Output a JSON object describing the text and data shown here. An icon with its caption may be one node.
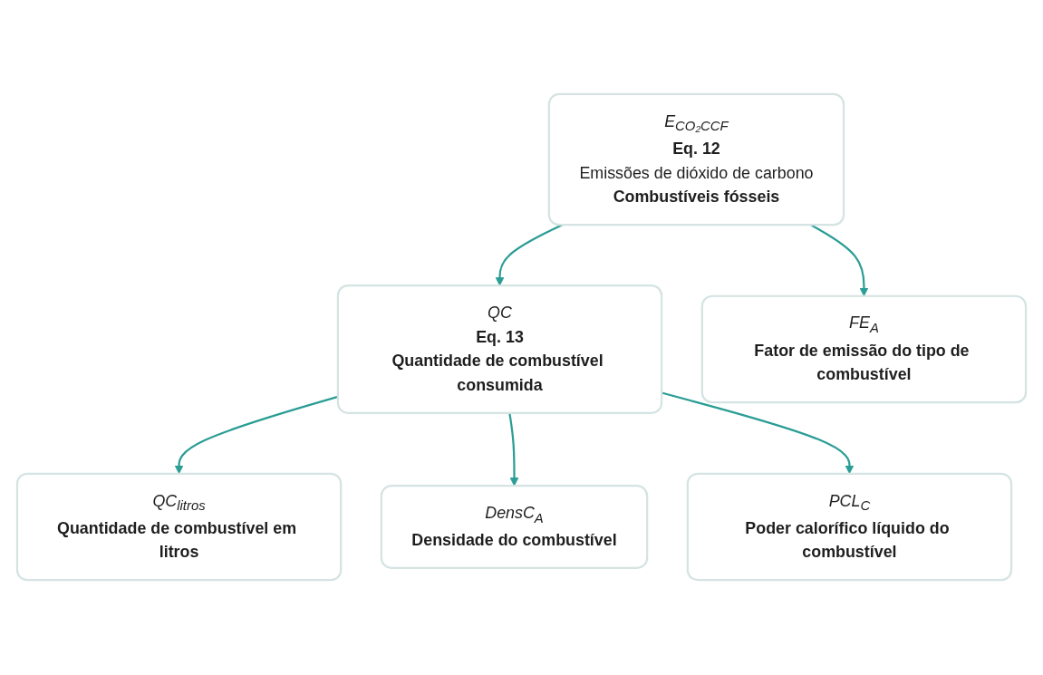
{
  "diagram": {
    "nodes": [
      {
        "text": [
          "E$_{CO₂CCF}$",
          "Eq. 12",
          "Emissões de dióxido de carbono",
          "Combustíveis fósseis"
        ]
      },
      {
        "text": [
          "QC",
          "Eq. 13",
          "Quantidade de combustível consumida"
        ]
      },
      {
        "text": [
          "FE$_{A}$",
          "Fator de emissão do tipo de combustível"
        ]
      },
      {
        "text": [
          "QC$_{litros}$",
          "Quantidade de combustível em litros"
        ]
      },
      {
        "text": [
          "DensC$_{A}$",
          "Densidade do combustível"
        ]
      },
      {
        "text": [
          "PCL$_{C}$",
          "Poder calorífico líquido do combustível"
        ]
      }
    ],
    "edges": [
      {
        "from": 0,
        "to": 1,
        "arrow": "to"
      },
      {
        "from": 0,
        "to": 2,
        "arrow": "to"
      },
      {
        "from": 1,
        "to": 3,
        "arrow": "to"
      },
      {
        "from": 1,
        "to": 4,
        "arrow": "to"
      },
      {
        "from": 1,
        "to": 5,
        "arrow": "to"
      }
    ]
  }
}
